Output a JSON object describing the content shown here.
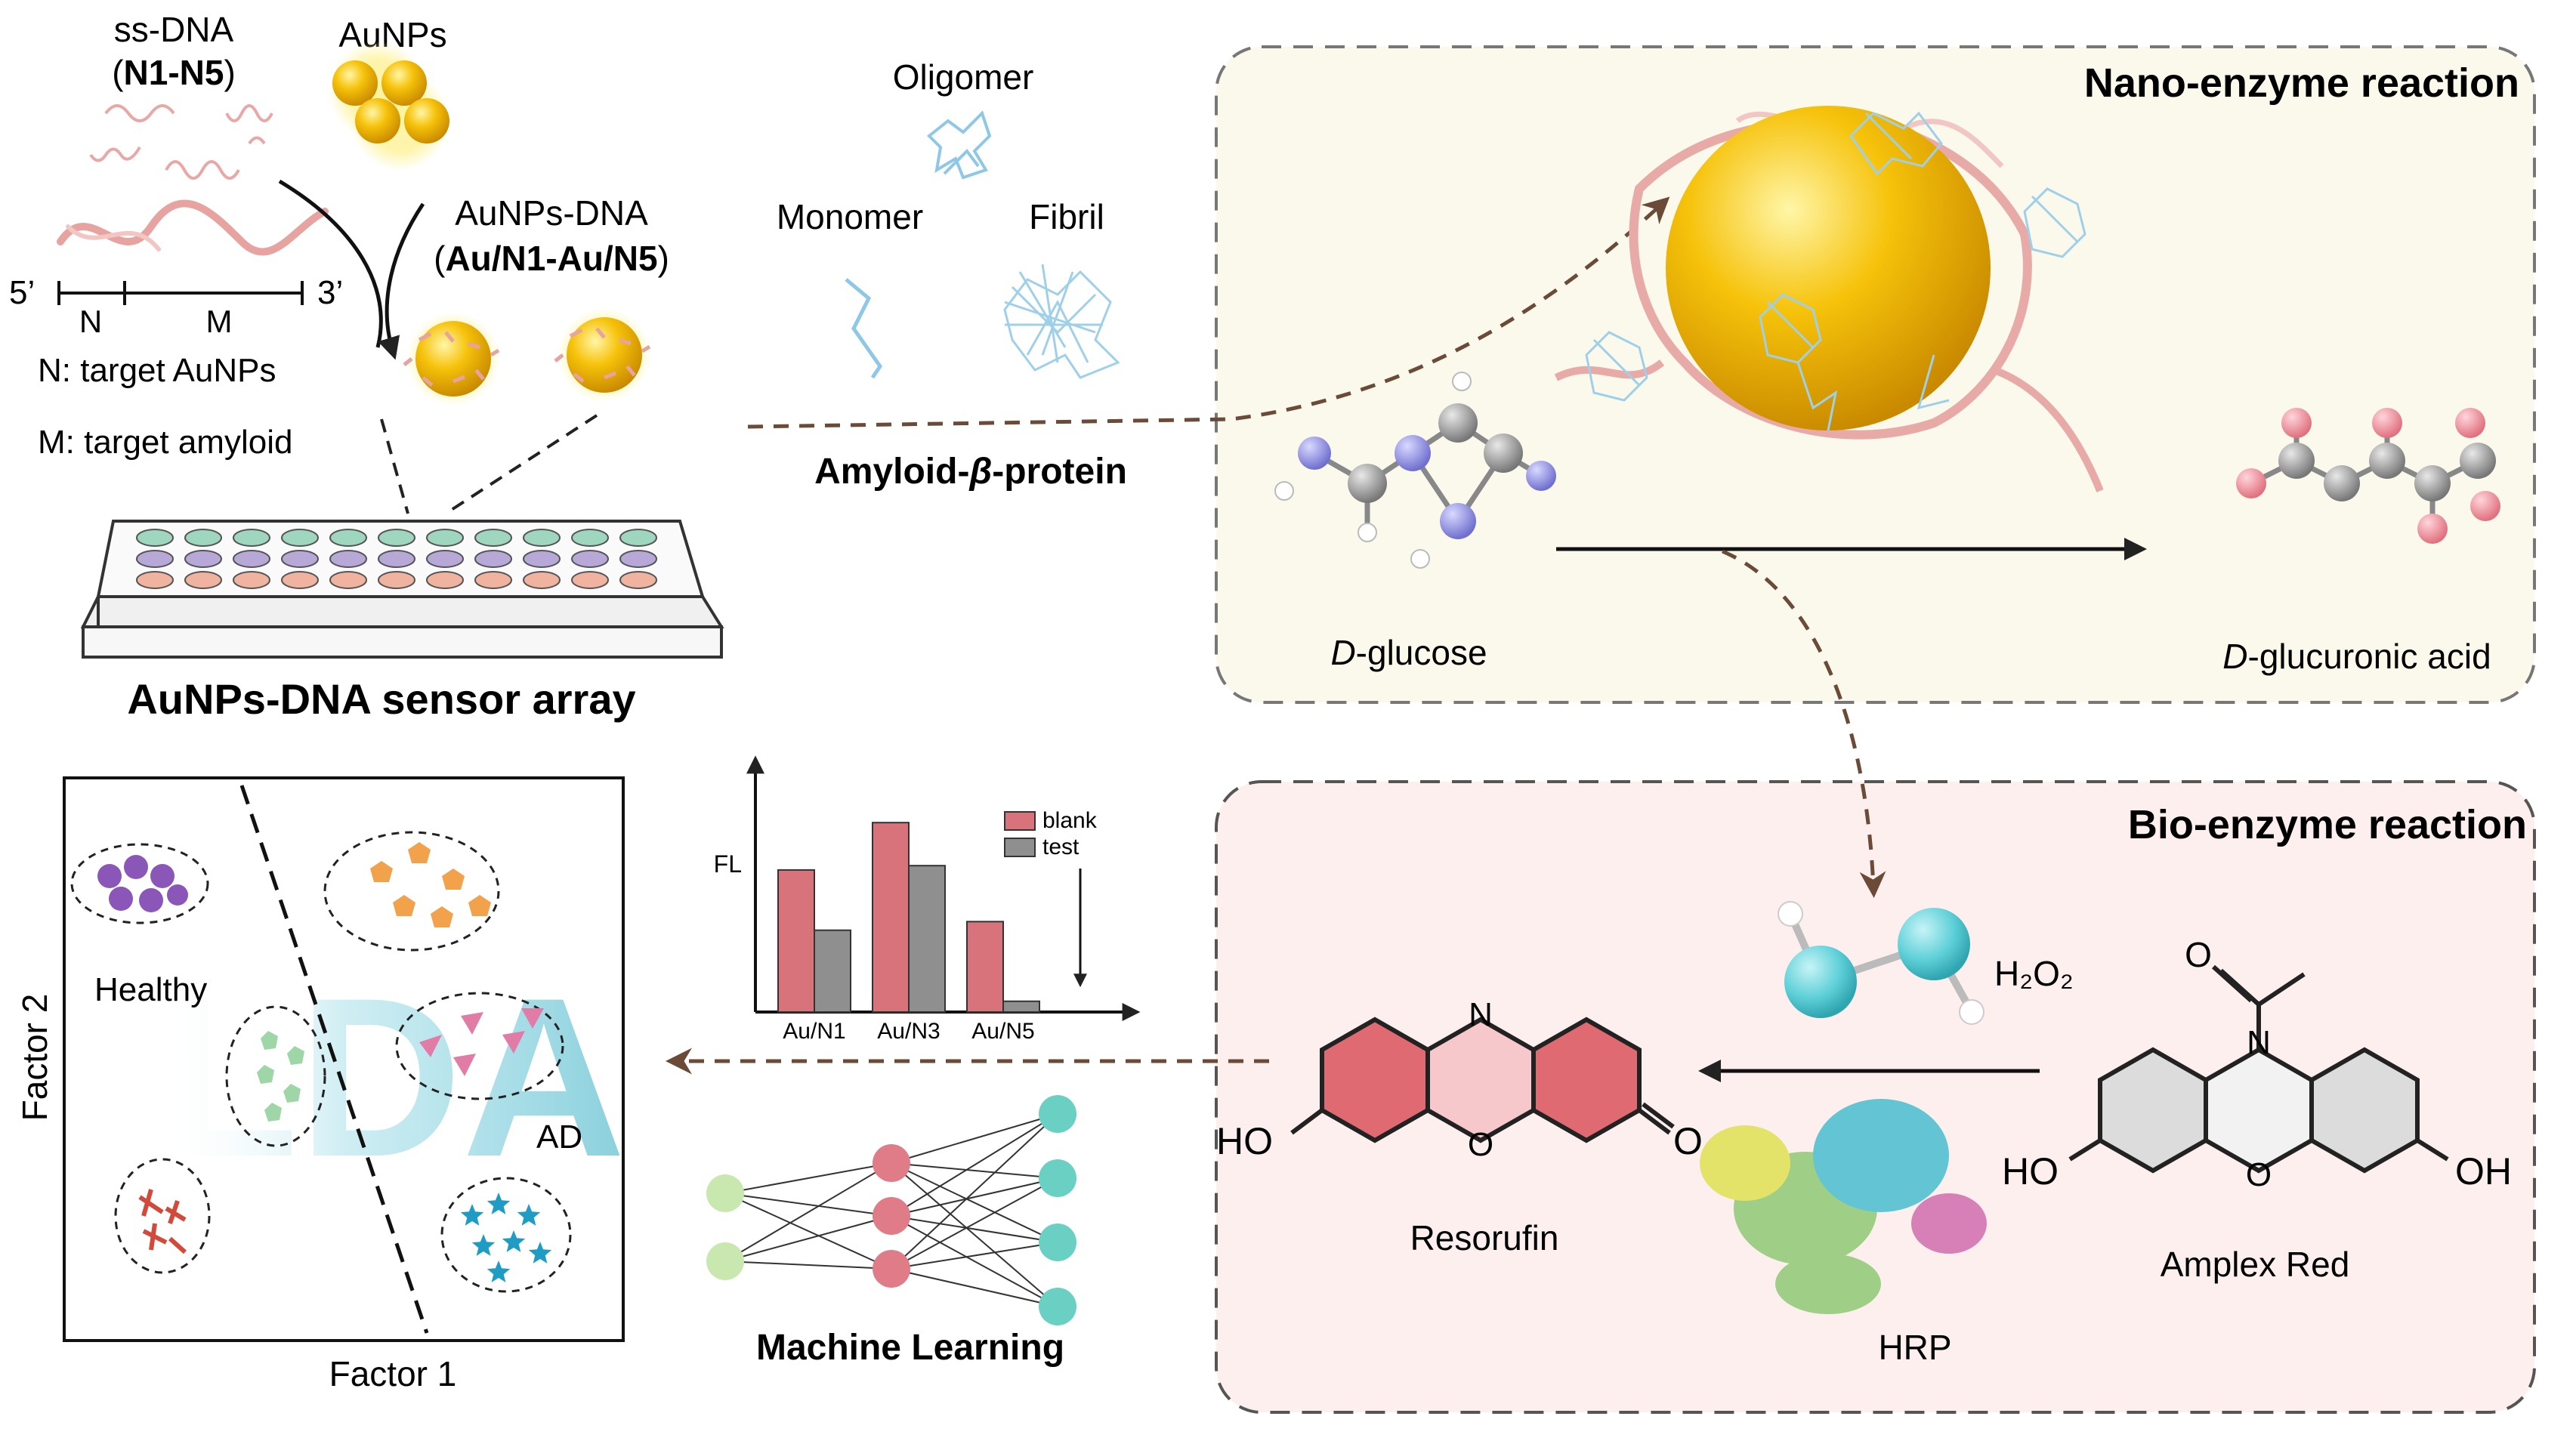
{
  "top_left": {
    "ssdna_line1": "ss-DNA",
    "ssdna_line2": "(N1-N5)",
    "aunps": "AuNPs",
    "aunps_dna_line1": "AuNPs-DNA",
    "aunps_dna_line2": "(Au/N1-Au/N5)",
    "five_prime": "5’",
    "three_prime": "3’",
    "n_label": "N",
    "m_label": "M",
    "n_desc": "N: target AuNPs",
    "m_desc": "M: target amyloid",
    "array_title": "AuNPs-DNA sensor array"
  },
  "amyloid": {
    "oligomer": "Oligomer",
    "monomer": "Monomer",
    "fibril": "Fibril",
    "title_prefix": "Amyloid-",
    "title_beta": "β",
    "title_suffix": "-protein"
  },
  "nano": {
    "title": "Nano-enzyme reaction",
    "glucose_italic": "D",
    "glucose_rest": "-glucose",
    "acid_italic": "D",
    "acid_rest": "-glucuronic acid"
  },
  "bio": {
    "title": "Bio-enzyme reaction",
    "h2o2": "H₂O₂",
    "resorufin": "Resorufin",
    "amplex": "Amplex Red",
    "hrp": "HRP",
    "ho": "HO",
    "oh": "OH",
    "o": "O",
    "n": "N"
  },
  "lda": {
    "healthy": "Healthy",
    "ad": "AD",
    "watermark": "LDA",
    "xlabel": "Factor 1",
    "ylabel": "Factor 2"
  },
  "ml": {
    "label": "Machine Learning"
  },
  "colors": {
    "gold": "#f2b400",
    "blank": "#d9737b",
    "test": "#8f8f8f",
    "nano_bg": "#fbf8ec",
    "bio_bg": "#fcefee",
    "teal": "#5fd0d8",
    "resorufin": "#e06a72",
    "node_green": "#c8e8b0",
    "node_pink": "#e07c88",
    "node_teal": "#6ad0c4"
  },
  "chart_data": {
    "type": "bar",
    "categories": [
      "Au/N1",
      "Au/N3",
      "Au/N5"
    ],
    "series": [
      {
        "name": "blank",
        "values": [
          0.66,
          0.88,
          0.42
        ]
      },
      {
        "name": "test",
        "values": [
          0.38,
          0.68,
          0.05
        ]
      }
    ],
    "ylabel": "FL",
    "ylim": [
      0,
      1
    ],
    "legend": "top-right",
    "grid": false
  }
}
